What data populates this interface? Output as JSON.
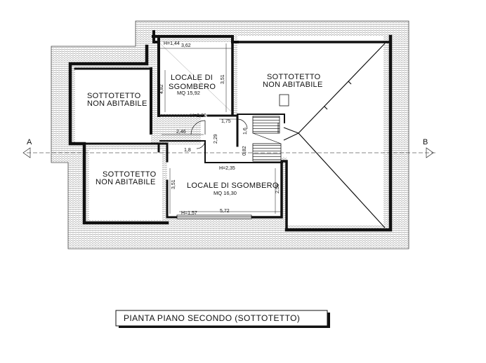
{
  "title": "PIANTA PIANO SECONDO (SOTTOTETTO)",
  "section_markers": {
    "left": "A",
    "right": "B"
  },
  "rooms": {
    "storage_upper": {
      "name_line1": "LOCALE DI",
      "name_line2": "SGOMBERO",
      "area": "MQ 15,92"
    },
    "storage_lower": {
      "name": "LOCALE DI SGOMBERO",
      "area": "MQ 16,30"
    },
    "attic_left_upper": {
      "line1": "SOTTOTETTO",
      "line2": "NON ABITABILE"
    },
    "attic_left_lower": {
      "line1": "SOTTOTETTO",
      "line2": "NON ABITABILE"
    },
    "attic_right": {
      "line1": "SOTTOTETTO",
      "line2": "NON ABITABILE"
    }
  },
  "dimensions": {
    "h144": "H=1,44",
    "w362": "3,62",
    "h351": "3,51",
    "h482": "4,82",
    "h220": "H=2,20",
    "w175": "1,75",
    "w246": "2,46",
    "w18": "1,8",
    "h229": "2,29",
    "w082": "0,82",
    "w16": "1,6",
    "h235": "H=2,35",
    "h351b": "3,51",
    "h255": "2,55",
    "h157": "H=1,57",
    "w572": "5,72"
  }
}
